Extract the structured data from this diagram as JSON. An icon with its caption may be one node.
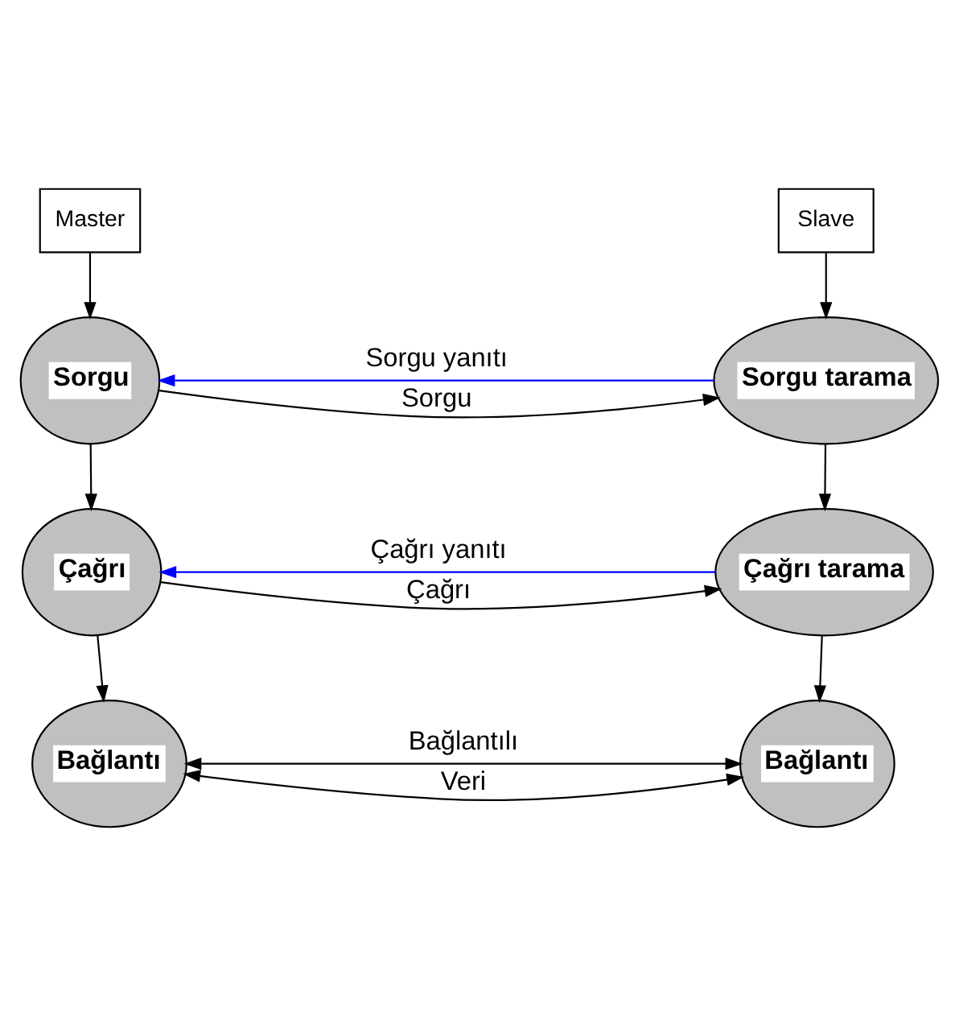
{
  "diagram": {
    "nodes": [
      {
        "text": [
          "Master"
        ]
      },
      {
        "text": [
          "Slave"
        ]
      },
      {
        "text": [
          "Sorgu"
        ]
      },
      {
        "text": [
          "Sorgu tarama"
        ]
      },
      {
        "text": [
          "Çağrı"
        ]
      },
      {
        "text": [
          "Çağrı tarama"
        ]
      },
      {
        "text": [
          "Bağlantı"
        ]
      },
      {
        "text": [
          "Bağlantı"
        ]
      }
    ],
    "edges": [
      {
        "from": 0,
        "to": 2,
        "arrow": "to"
      },
      {
        "from": 1,
        "to": 3,
        "arrow": "to"
      },
      {
        "from": 2,
        "to": 3,
        "arrow": "to",
        "label": "Sorgu"
      },
      {
        "from": 3,
        "to": 2,
        "arrow": "to",
        "label": "Sorgu yanıtı",
        "color": "#0000ff"
      },
      {
        "from": 2,
        "to": 4,
        "arrow": "to"
      },
      {
        "from": 3,
        "to": 5,
        "arrow": "to"
      },
      {
        "from": 4,
        "to": 5,
        "arrow": "to",
        "label": "Çağrı"
      },
      {
        "from": 5,
        "to": 4,
        "arrow": "to",
        "label": "Çağrı yanıtı",
        "color": "#0000ff"
      },
      {
        "from": 4,
        "to": 6,
        "arrow": "to"
      },
      {
        "from": 5,
        "to": 7,
        "arrow": "to"
      },
      {
        "from": 6,
        "to": 7,
        "arrow": "both",
        "label": "Bağlantılı"
      },
      {
        "from": 6,
        "to": 7,
        "arrow": "both",
        "label": "Veri"
      }
    ]
  }
}
